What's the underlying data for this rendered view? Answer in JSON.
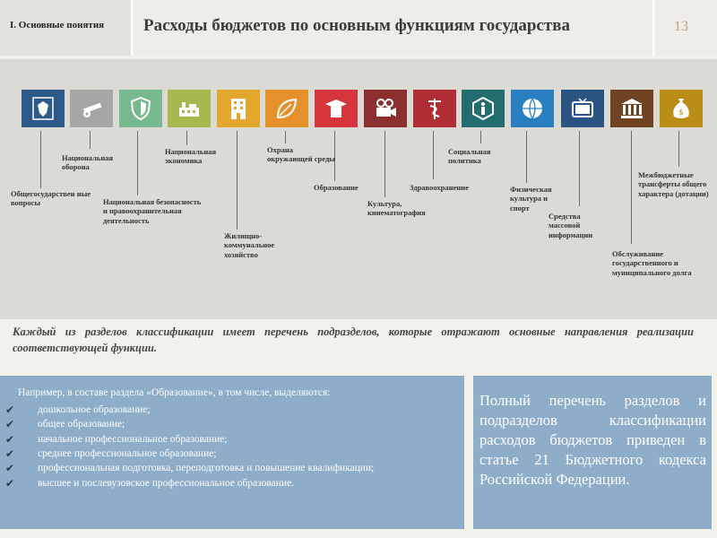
{
  "header": {
    "section": "I. Основные понятия",
    "title": "Расходы бюджетов по основным функциям государства",
    "page_number": "13"
  },
  "colors": {
    "navy": "#2e5a8a",
    "gray": "#a6a6a6",
    "green": "#78b88f",
    "olive": "#a7b84e",
    "amber": "#e3a72d",
    "orange": "#e5902b",
    "red": "#d6353b",
    "maroon": "#8c2f2f",
    "crimson": "#b02d34",
    "teal": "#236d6e",
    "blue": "#2a7fc0",
    "darkblue": "#2a5481",
    "brown": "#6f4322",
    "gold": "#b98d16"
  },
  "functions": [
    {
      "label": "Общегосударствен ные вопросы",
      "icon": "coat-of-arms-icon",
      "color": "navy"
    },
    {
      "label": "Национальная оборона",
      "icon": "cannon-icon",
      "color": "gray"
    },
    {
      "label": "Национальная безопасность и правоохранительная деятельность",
      "icon": "shield-icon",
      "color": "green"
    },
    {
      "label": "Национальная экономика",
      "icon": "factory-icon",
      "color": "olive"
    },
    {
      "label": "Жилищно-коммунальное хозяйство",
      "icon": "building-icon",
      "color": "amber"
    },
    {
      "label": "Охрана окружающей среды",
      "icon": "leaf-icon",
      "color": "orange"
    },
    {
      "label": "Образование",
      "icon": "graduation-cap-icon",
      "color": "red"
    },
    {
      "label": "Культура, кинематография",
      "icon": "movie-camera-icon",
      "color": "maroon"
    },
    {
      "label": "Здравоохранение",
      "icon": "caduceus-icon",
      "color": "crimson"
    },
    {
      "label": "Социальная политика",
      "icon": "person-icon",
      "color": "teal"
    },
    {
      "label": "Физическая культура и спорт",
      "icon": "ball-icon",
      "color": "blue"
    },
    {
      "label": "Средства массовой информации",
      "icon": "tv-icon",
      "color": "darkblue"
    },
    {
      "label": "Обслуживание государственного и муниципального долга",
      "icon": "bank-icon",
      "color": "brown"
    },
    {
      "label": "Межбюджетные трансферты общего характера (дотации)",
      "icon": "money-bag-icon",
      "color": "gold"
    }
  ],
  "description": "Каждый из разделов классификации имеет перечень подразделов, которые отражают основные направления реализации соответствующей функции.",
  "example": {
    "intro": "Например, в составе раздела «Образование», в том числе, выделяются:",
    "items": [
      "дошкольное образование;",
      "общее образование;",
      "начальное профессиональное образование;",
      "среднее профессиональное образование;",
      "профессиональная подготовка, переподготовка и повышение квалификации;",
      "высшее и послевузовское профессиональное образование."
    ]
  },
  "note": "Полный перечень разделов и подразделов классификации расходов бюджетов приведен в статье 21 Бюджетного кодекса Российской Федерации."
}
